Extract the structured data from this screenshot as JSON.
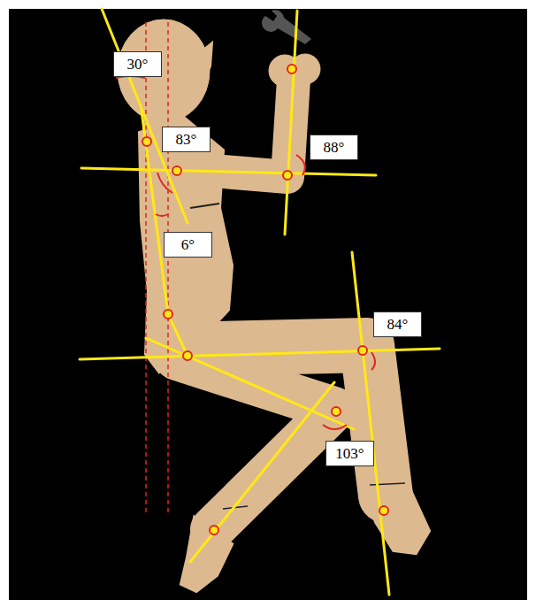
{
  "diagram": {
    "nodes": [
      {
        "text": [
          "30°"
        ]
      },
      {
        "text": [
          "83°"
        ]
      },
      {
        "text": [
          "88°"
        ]
      },
      {
        "text": [
          "6°"
        ]
      },
      {
        "text": [
          "84°"
        ]
      },
      {
        "text": [
          "103°"
        ]
      }
    ]
  }
}
